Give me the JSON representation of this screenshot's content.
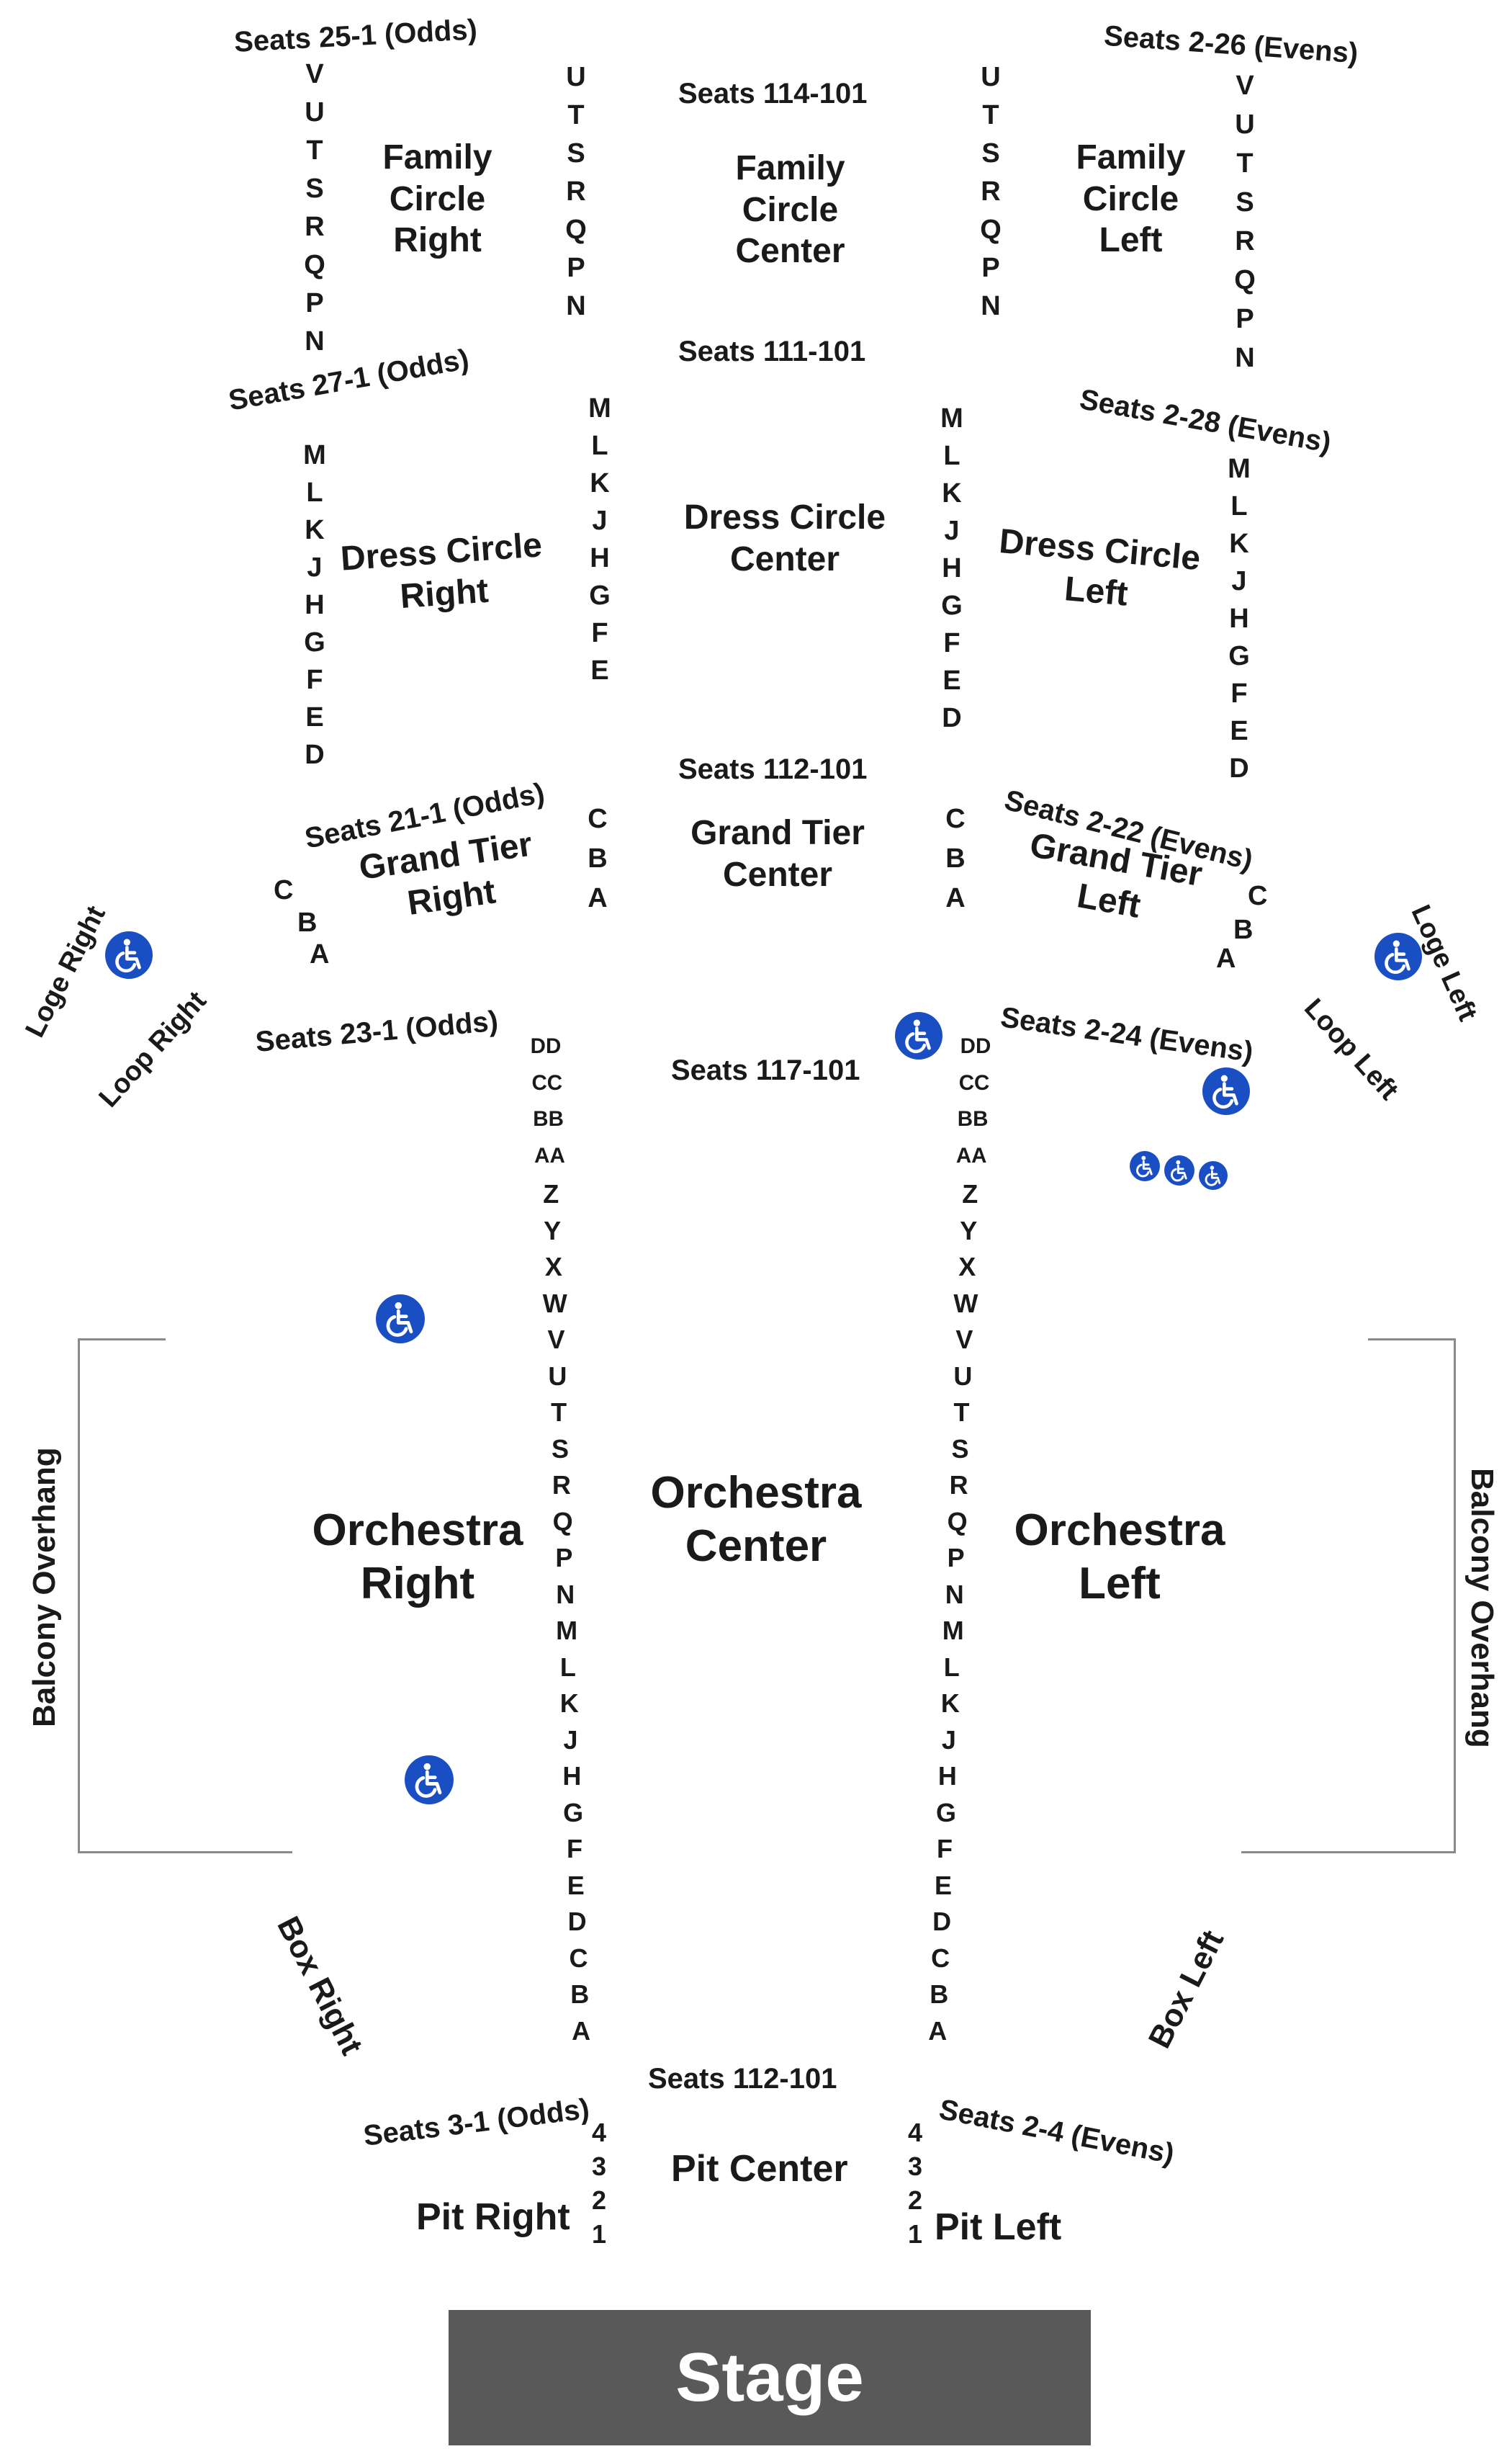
{
  "sections": {
    "family_circle_right": "Family\nCircle\nRight",
    "family_circle_center": "Family\nCircle\nCenter",
    "family_circle_left": "Family\nCircle\nLeft",
    "dress_circle_right": "Dress Circle\nRight",
    "dress_circle_center": "Dress Circle\nCenter",
    "dress_circle_left": "Dress Circle\nLeft",
    "grand_tier_right": "Grand Tier\nRight",
    "grand_tier_center": "Grand Tier\nCenter",
    "grand_tier_left": "Grand Tier\nLeft",
    "orchestra_right": "Orchestra\nRight",
    "orchestra_center": "Orchestra\nCenter",
    "orchestra_left": "Orchestra\nLeft",
    "pit_right": "Pit Right",
    "pit_center": "Pit Center",
    "pit_left": "Pit Left",
    "loge_right": "Loge Right",
    "loop_right": "Loop Right",
    "loge_left": "Loge Left",
    "loop_left": "Loop Left",
    "box_right": "Box Right",
    "box_left": "Box Left",
    "balcony_overhang_right": "Balcony Overhang",
    "balcony_overhang_left": "Balcony Overhang",
    "stage": "Stage"
  },
  "seat_ranges": {
    "family_right": "Seats 25-1 (Odds)",
    "family_center_top": "Seats 114-101",
    "family_left": "Seats 2-26 (Evens)",
    "family_center_bottom": "Seats 111-101",
    "dress_right": "Seats 27-1 (Odds)",
    "dress_left": "Seats 2-28 (Evens)",
    "grand_center": "Seats 112-101",
    "grand_right": "Seats 21-1 (Odds)",
    "grand_left": "Seats 2-22 (Evens)",
    "orch_right": "Seats 23-1 (Odds)",
    "orch_center": "Seats 117-101",
    "orch_left": "Seats 2-24 (Evens)",
    "pit_center": "Seats 112-101",
    "pit_right": "Seats 3-1 (Odds)",
    "pit_left": "Seats 2-4 (Evens)"
  },
  "rows": {
    "family_right_outer": [
      "V",
      "U",
      "T",
      "S",
      "R",
      "Q",
      "P",
      "N"
    ],
    "family_right_inner": [
      "U",
      "T",
      "S",
      "R",
      "Q",
      "P",
      "N"
    ],
    "family_left_inner": [
      "U",
      "T",
      "S",
      "R",
      "Q",
      "P",
      "N"
    ],
    "family_left_outer": [
      "V",
      "U",
      "T",
      "S",
      "R",
      "Q",
      "P",
      "N"
    ],
    "dress_right_outer": [
      "M",
      "L",
      "K",
      "J",
      "H",
      "G",
      "F",
      "E",
      "D"
    ],
    "dress_right_inner": [
      "M",
      "L",
      "K",
      "J",
      "H",
      "G",
      "F",
      "E"
    ],
    "dress_left_inner": [
      "M",
      "L",
      "K",
      "J",
      "H",
      "G",
      "F",
      "E",
      "D"
    ],
    "dress_left_outer": [
      "M",
      "L",
      "K",
      "J",
      "H",
      "G",
      "F",
      "E",
      "D"
    ],
    "grand_right_inner": [
      "C",
      "B",
      "A"
    ],
    "grand_left_inner": [
      "C",
      "B",
      "A"
    ],
    "grand_right_outer": [
      "C",
      "B",
      "A"
    ],
    "grand_left_outer": [
      "C",
      "B",
      "A"
    ],
    "orch_right": [
      "DD",
      "CC",
      "BB",
      "AA",
      "Z",
      "Y",
      "X",
      "W",
      "V",
      "U",
      "T",
      "S",
      "R",
      "Q",
      "P",
      "N",
      "M",
      "L",
      "K",
      "J",
      "H",
      "G",
      "F",
      "E",
      "D",
      "C",
      "B",
      "A"
    ],
    "orch_left": [
      "DD",
      "CC",
      "BB",
      "AA",
      "Z",
      "Y",
      "X",
      "W",
      "V",
      "U",
      "T",
      "S",
      "R",
      "Q",
      "P",
      "N",
      "M",
      "L",
      "K",
      "J",
      "H",
      "G",
      "F",
      "E",
      "D",
      "C",
      "B",
      "A"
    ],
    "pit_right": [
      "4",
      "3",
      "2",
      "1"
    ],
    "pit_left": [
      "4",
      "3",
      "2",
      "1"
    ]
  },
  "colors": {
    "accessible_icon": "#1a4fc4",
    "stage_fill": "#595959",
    "overhang_line": "#8a8a8a"
  },
  "icons": {
    "accessible": "wheelchair-accessible-icon"
  }
}
